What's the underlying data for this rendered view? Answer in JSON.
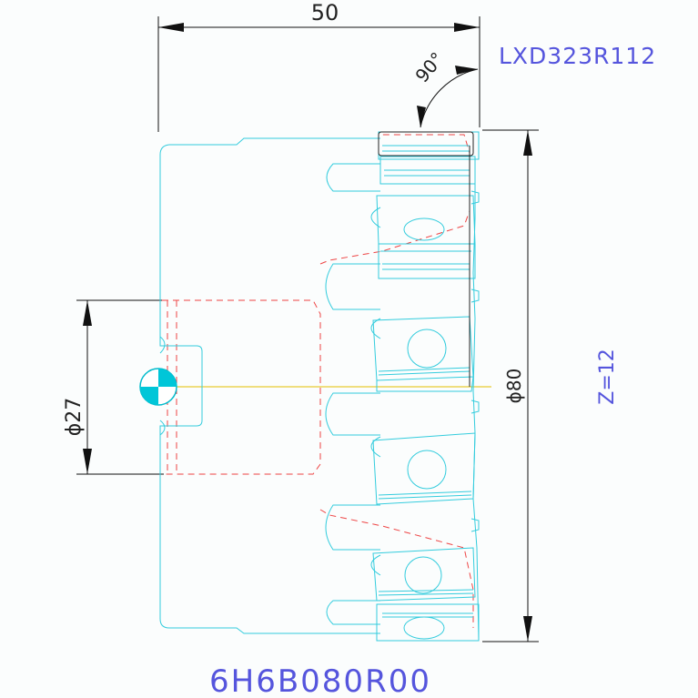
{
  "drawing": {
    "part_number": "LXD323R112",
    "teeth": "Z=12",
    "insert_code": "6H6B080R00",
    "dim_length": "50",
    "dim_outer_diameter": "ϕ80",
    "dim_bore_diameter": "ϕ27",
    "dim_angle": "90°"
  },
  "colors": {
    "outline": "#33ccdd",
    "hidden": "#ee4444",
    "dimension": "#111111",
    "label": "#5555dd",
    "centerline": "#e8cc33",
    "origin": "#00bbcc"
  }
}
